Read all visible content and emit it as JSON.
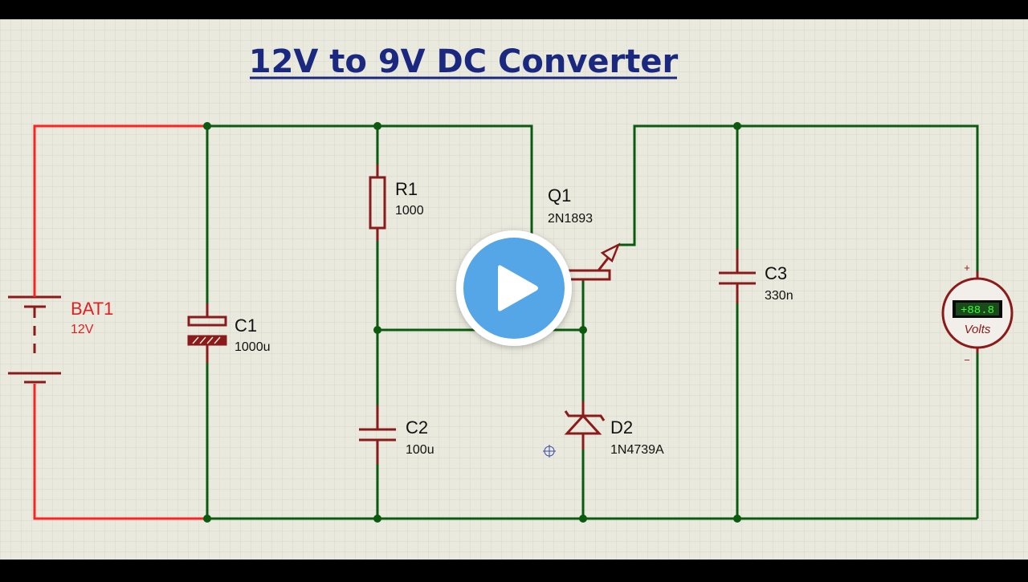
{
  "title": "12V to 9V DC Converter",
  "colors": {
    "wire": "#0b5a10",
    "source_wire": "#ff2222",
    "component": "#8b1a1a",
    "grid_bg": "#e9e9de",
    "play_button": "#54a6e6"
  },
  "components": {
    "bat1": {
      "ref": "BAT1",
      "value": "12V"
    },
    "c1": {
      "ref": "C1",
      "value": "1000u"
    },
    "r1": {
      "ref": "R1",
      "value": "1000"
    },
    "c2": {
      "ref": "C2",
      "value": "100u"
    },
    "q1": {
      "ref": "Q1",
      "value": "2N1893"
    },
    "d2": {
      "ref": "D2",
      "value": "1N4739A"
    },
    "c3": {
      "ref": "C3",
      "value": "330n"
    },
    "voltmeter": {
      "display": "+88.8",
      "unit": "Volts",
      "plus": "+",
      "minus": "−"
    }
  },
  "overlay": {
    "icon": "play-icon"
  }
}
